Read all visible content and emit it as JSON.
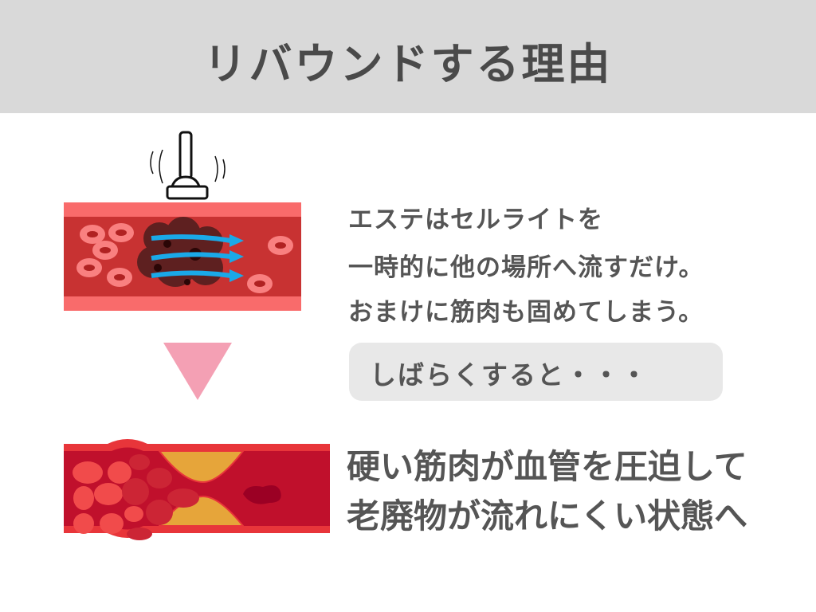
{
  "title": "リバウンドする理由",
  "explanation_lines": [
    "エステはセルライトを",
    "一時的に他の場所へ流すだけ。",
    "おまけに筋肉も固めてしまう。"
  ],
  "transition_label": "しばらくすると・・・",
  "result_lines": [
    "硬い筋肉が血管を圧迫して",
    "老廃物が流れにくい状態へ"
  ],
  "colors": {
    "header_bg": "#d9d9d9",
    "arrow_pink": "#f4a0b4",
    "vessel_red": "#c0102c",
    "plaque": "#e6a53a",
    "flow_arrow": "#1aa9e8"
  }
}
